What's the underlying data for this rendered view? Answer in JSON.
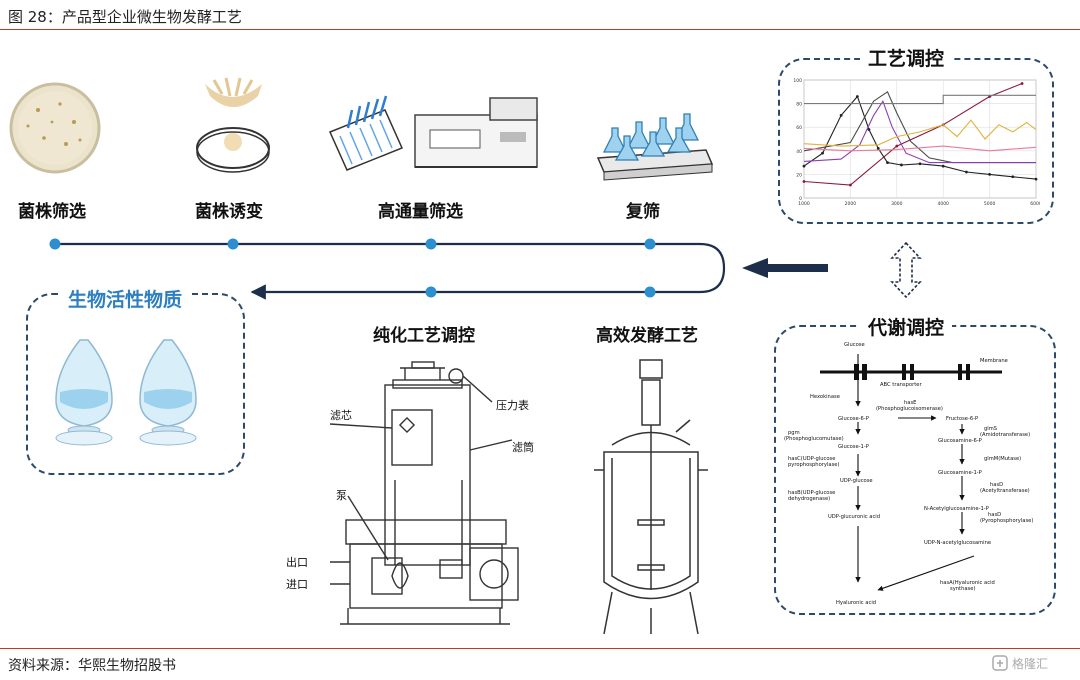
{
  "figure_title": "图 28：产品型企业微生物发酵工艺",
  "steps": {
    "strain_screening": "菌株筛选",
    "strain_mutagenesis": "菌株诱变",
    "high_throughput": "高通量筛选",
    "rescreening": "复筛",
    "purification": "纯化工艺调控",
    "fermentation": "高效发酵工艺"
  },
  "product_box_title": "生物活性物质",
  "process_box_title": "工艺调控",
  "metabolic_box_title": "代谢调控",
  "filter_labels": {
    "core": "滤芯",
    "gauge": "压力表",
    "cylinder": "滤筒",
    "pump": "泵",
    "outlet": "出口",
    "inlet": "进口"
  },
  "pathway": {
    "glucose": "Glucose",
    "membrane": "Membrane",
    "abc": "ABC transporter",
    "hexokinase": "Hexokinase",
    "hase": "hasE",
    "hase_full": "(Phosphoglucoisomerase)",
    "g6p": "Glucose-6-P",
    "f6p": "Fructose-6-P",
    "pgm": "pgm",
    "pgm_full": "(Phosphoglucomutase)",
    "glms": "glmS",
    "glms_full": "(Amidotransferase)",
    "g1p": "Glucose-1-P",
    "gn6p": "Glucosamine-6-P",
    "hasc": "hasC(UDP-glucose",
    "hasc_full": "pyrophosphorylase)",
    "glmm": "glmM(Mutase)",
    "udpg": "UDP-glucose",
    "gn1p": "Glucosamine-1-P",
    "hasb": "hasB(UDP-glucose",
    "hasb_full": "dehydrogenase)",
    "hasd1": "hasD",
    "hasd1_full": "(Acetyltransferase)",
    "udpga": "UDP-glucuronic acid",
    "nag1p": "N-Acetylglucosamine-1-P",
    "hasd2": "hasD",
    "hasd2_full": "(Pyrophosphorylase)",
    "udpnag": "UDP-N-acetylglucosamine",
    "hasa": "hasA(Hyaluronic acid",
    "hasa_full": "synthase)",
    "ha": "Hyaluronic acid"
  },
  "chart_data": {
    "type": "line",
    "x_ticks": [
      "1000",
      "2000",
      "3000",
      "4000",
      "5000",
      "6000"
    ],
    "y_ticks": [
      "100",
      "80",
      "60",
      "40",
      "20",
      "0"
    ],
    "xlim": [
      1000,
      6000
    ],
    "ylim": [
      0,
      100
    ],
    "grid": true,
    "series": [
      {
        "color": "#8b1a3a",
        "x": [
          1000,
          2000,
          3000,
          4000,
          5000,
          5700
        ],
        "y": [
          14,
          11,
          44,
          62,
          86,
          97
        ]
      },
      {
        "color": "#222222",
        "x": [
          1000,
          1400,
          1800,
          2150,
          2400,
          2600,
          2800,
          3100,
          3500,
          4000,
          4500,
          5000,
          5500,
          6000
        ],
        "y": [
          27,
          38,
          70,
          86,
          58,
          42,
          30,
          28,
          29,
          27,
          22,
          20,
          18,
          16
        ]
      },
      {
        "color": "#4a4a4a",
        "x": [
          1000,
          2000,
          2300,
          2500,
          2800,
          3000,
          3300,
          3700,
          4200,
          5000,
          6000
        ],
        "y": [
          40,
          47,
          68,
          82,
          90,
          72,
          48,
          34,
          30,
          30,
          30
        ]
      },
      {
        "color": "#8a3fb5",
        "x": [
          1000,
          1800,
          2200,
          2500,
          2700,
          2900,
          3200,
          3700,
          4500,
          6000
        ],
        "y": [
          31,
          33,
          45,
          70,
          82,
          60,
          38,
          30,
          30,
          30
        ]
      },
      {
        "color": "#e0b23a",
        "x": [
          1000,
          1800,
          2600,
          3000,
          3500,
          4000,
          4300,
          4600,
          4900,
          5200,
          5500,
          5800,
          6000
        ],
        "y": [
          46,
          44,
          45,
          52,
          56,
          62,
          52,
          66,
          50,
          62,
          56,
          64,
          58
        ]
      },
      {
        "color": "#e87c9c",
        "x": [
          1000,
          2000,
          3000,
          4000,
          5000,
          6000
        ],
        "y": [
          42,
          40,
          41,
          44,
          40,
          43
        ]
      },
      {
        "color": "#7a7a7a",
        "x": [
          1000,
          4000,
          4000,
          6000
        ],
        "y": [
          80,
          80,
          87,
          87
        ]
      }
    ]
  }
}
